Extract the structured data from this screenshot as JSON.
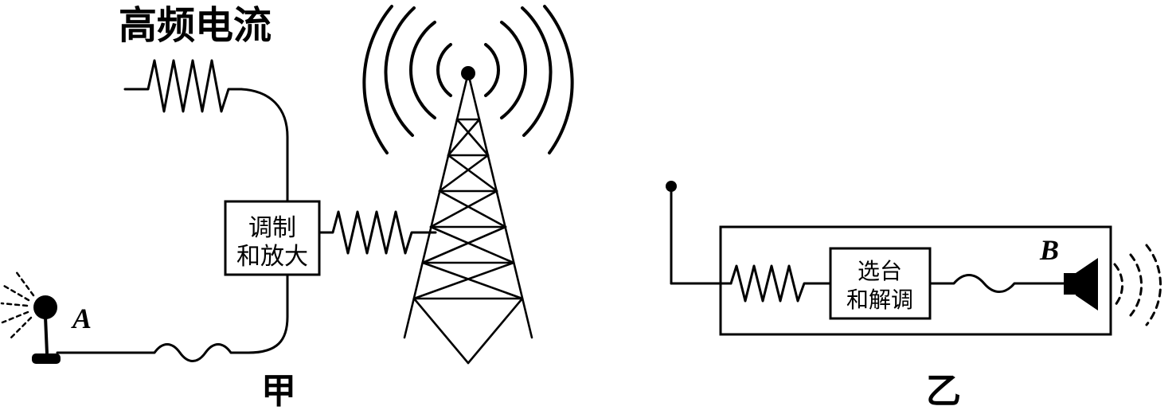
{
  "figure": {
    "title_semantic": "radio-broadcast-transmit-and-receive-diagram",
    "colors": {
      "ink": "#000000",
      "background": "#ffffff"
    },
    "left_panel": {
      "caption": "甲",
      "hf_current_label": "高频电流",
      "modulator_box": {
        "line1": "调制",
        "line2": "和放大"
      },
      "microphone_label": "A"
    },
    "right_panel": {
      "caption": "乙",
      "tuner_box": {
        "line1": "选台",
        "line2": "和解调"
      },
      "speaker_label": "B"
    },
    "icons": [
      "hf-current-waveform-icon",
      "modulated-waveform-icon",
      "audio-waveform-icon",
      "transmission-tower-icon",
      "radio-waves-icon",
      "microphone-icon",
      "sound-input-rays-icon",
      "antenna-icon",
      "received-waveform-icon",
      "demodulated-waveform-icon",
      "speaker-icon",
      "speaker-sound-waves-icon"
    ]
  }
}
